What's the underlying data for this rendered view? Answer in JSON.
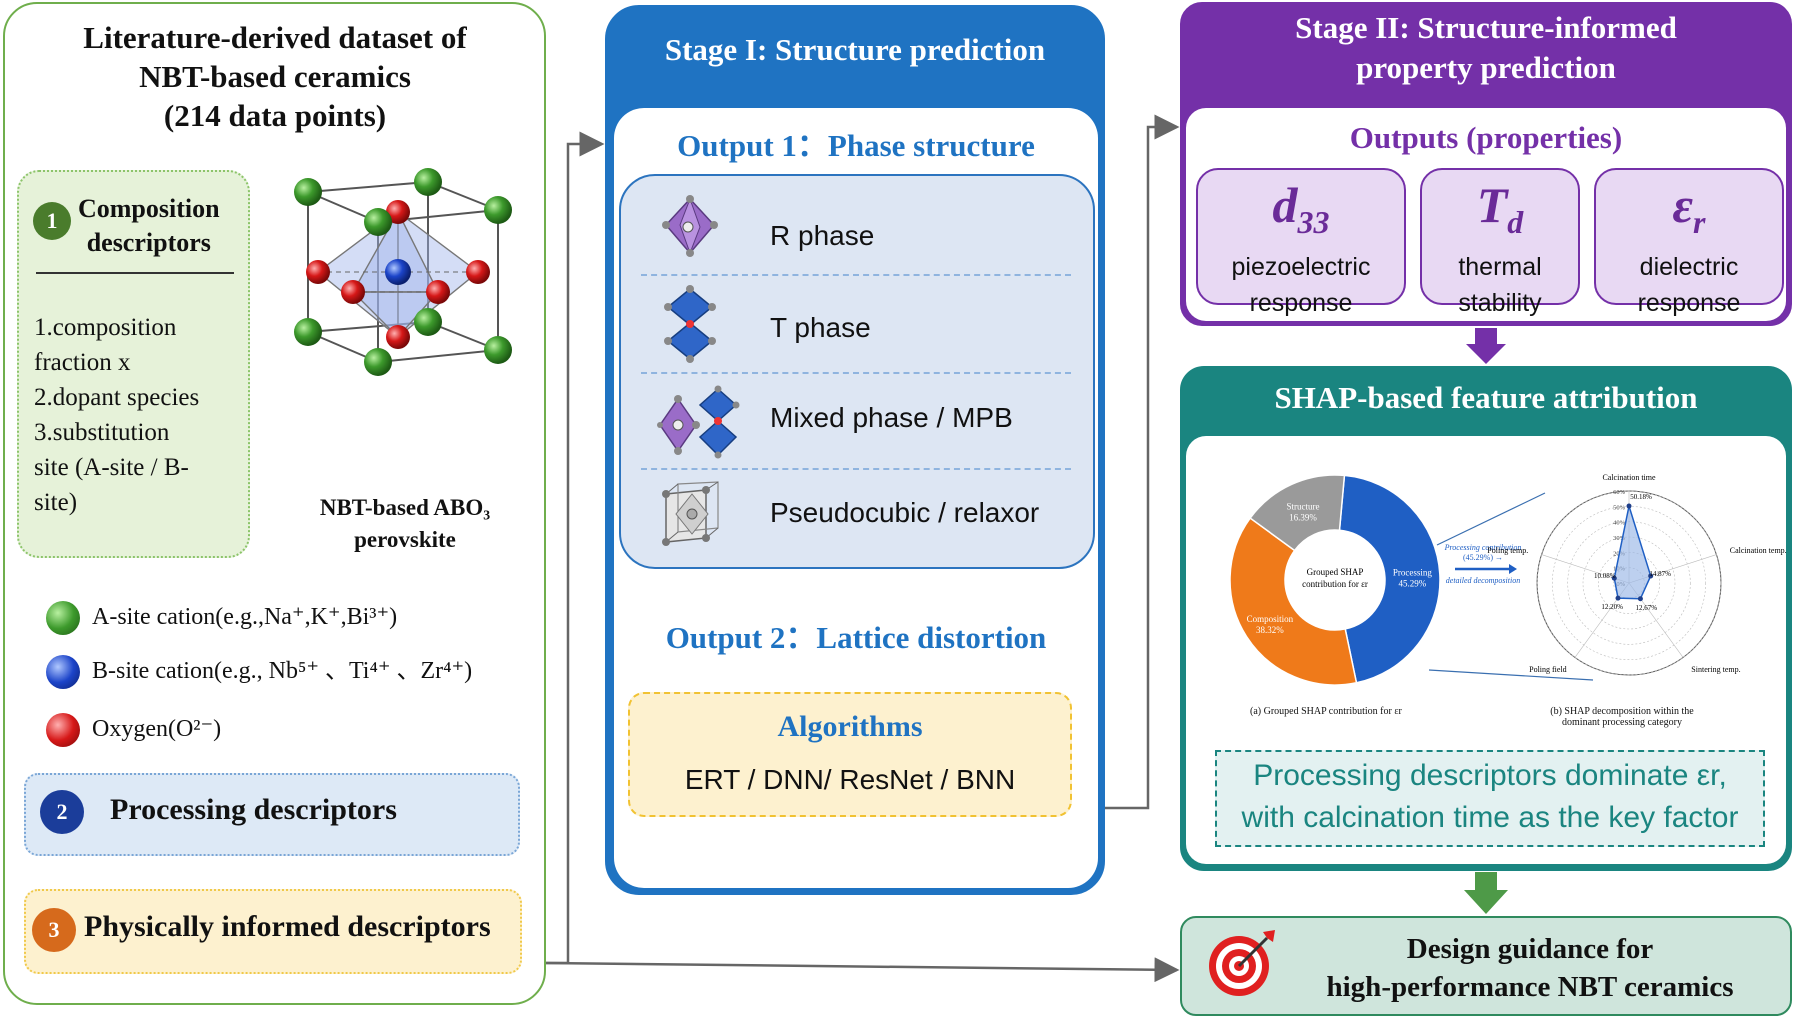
{
  "left_panel": {
    "title_line1": "Literature-derived dataset of",
    "title_line2": "NBT-based ceramics",
    "title_line3": "(214 data points)",
    "composition": {
      "badge": "1",
      "title_line1": "Composition",
      "title_line2": "descriptors",
      "items": [
        "1.composition",
        "fraction x",
        "2.dopant species",
        "3.substitution",
        "site (A-site / B-",
        "site)"
      ]
    },
    "perovskite_label_line1": "NBT-based ABO₃",
    "perovskite_label_line2": "perovskite",
    "legend": {
      "a_site": "A-site cation(e.g.,Na⁺,K⁺,Bi³⁺)",
      "b_site": "B-site cation(e.g., Nb⁵⁺ 、Ti⁴⁺ 、Zr⁴⁺)",
      "oxygen": "Oxygen(O²⁻)"
    },
    "processing": {
      "badge": "2",
      "label": "Processing descriptors"
    },
    "physical": {
      "badge": "3",
      "label": "Physically informed descriptors"
    }
  },
  "stage1": {
    "title": "Stage I: Structure prediction",
    "output1_title": "Output 1：Phase structure",
    "phases": [
      "R phase",
      "T phase",
      "Mixed phase / MPB",
      "Pseudocubic / relaxor"
    ],
    "output2_title": "Output 2：Lattice distortion",
    "algorithms_title": "Algorithms",
    "algorithms_list": "ERT / DNN/ ResNet / BNN"
  },
  "stage2": {
    "title_line1": "Stage II: Structure-informed",
    "title_line2": "property prediction",
    "outputs_title": "Outputs (properties)",
    "properties": [
      {
        "symbol": "d",
        "sub": "33",
        "line1": "piezoelectric",
        "line2": "response"
      },
      {
        "symbol": "T",
        "sub": "d",
        "line1": "thermal",
        "line2": "stability"
      },
      {
        "symbol": "ε",
        "sub": "r",
        "line1": "dielectric",
        "line2": "response"
      }
    ]
  },
  "shap": {
    "title": "SHAP-based feature attribution",
    "donut": {
      "center_line1": "Grouped SHAP",
      "center_line2": "contribution for εr",
      "slices": [
        {
          "name": "Processing",
          "value": 45.29,
          "label": "45.29%",
          "color": "#1f5fc4"
        },
        {
          "name": "Composition",
          "value": 38.32,
          "label": "38.32%",
          "color": "#ef7a1a"
        },
        {
          "name": "Structure",
          "value": 16.39,
          "label": "16.39%",
          "color": "#9a9a9a"
        }
      ]
    },
    "arrow_text_line1": "Processing contribution",
    "arrow_text_line2": "(45.29%) →",
    "arrow_text_line3": "detailed decomposition",
    "radar": {
      "axes": [
        "Calcination time",
        "Calcination temp.",
        "Sintering temp.",
        "Poling field",
        "Poling temp."
      ],
      "values": [
        50.18,
        14.87,
        12.67,
        12.2,
        10.08
      ],
      "value_labels": [
        "50.18%",
        "14.87%",
        "12.67%",
        "12.20%",
        "10.08%"
      ],
      "ticks": [
        "60%",
        "50%",
        "40%",
        "30%",
        "20%",
        "10%",
        "0%"
      ],
      "max": 60
    },
    "caption_a": "(a) Grouped SHAP contribution for εr",
    "caption_b_line1": "(b) SHAP decomposition within the",
    "caption_b_line2": "dominant processing category",
    "note_line1": "Processing descriptors dominate εr,",
    "note_line2": "with calcination time as the key factor"
  },
  "design": {
    "line1": "Design guidance for",
    "line2": "high-performance NBT ceramics"
  },
  "colors": {
    "green": "#6fae4c",
    "blue": "#1f73c2",
    "purple": "#7430a8",
    "teal": "#1a8580",
    "design_green": "#2f8a5e"
  }
}
